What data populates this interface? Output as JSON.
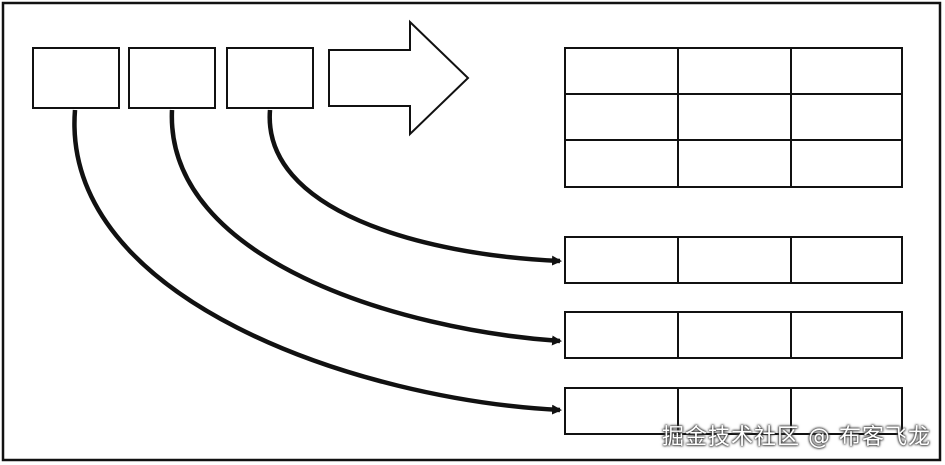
{
  "watermark": {
    "text": "掘金技术社区 @ 布客飞龙"
  },
  "colors": {
    "stroke": "#111111",
    "background": "#ffffff"
  },
  "diagram": {
    "source_cell_count": 3,
    "matrix": {
      "rows": 3,
      "cols": 3
    },
    "output_rows": 3,
    "output_cols": 3,
    "arrow_icon": "right-arrow-icon"
  }
}
